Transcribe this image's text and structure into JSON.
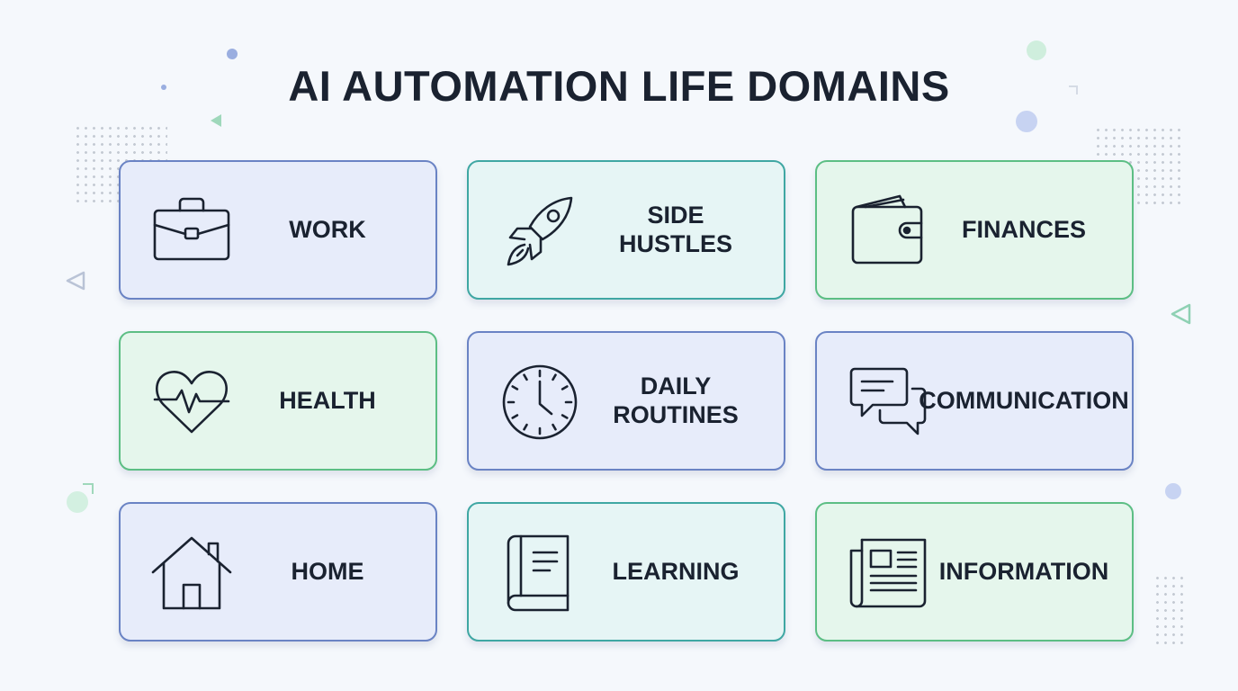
{
  "title": "AI AUTOMATION LIFE DOMAINS",
  "colors": {
    "background": "#f5f8fc",
    "blue_border": "#6a83c4",
    "teal_border": "#3fa7a3",
    "green_border": "#5cbe84",
    "text": "#1a2230"
  },
  "domains": [
    {
      "label": "WORK",
      "icon": "briefcase-icon",
      "color": "blue"
    },
    {
      "label": "SIDE\nHUSTLES",
      "icon": "rocket-icon",
      "color": "teal"
    },
    {
      "label": "FINANCES",
      "icon": "wallet-icon",
      "color": "green"
    },
    {
      "label": "HEALTH",
      "icon": "heart-pulse-icon",
      "color": "green"
    },
    {
      "label": "DAILY\nROUTINES",
      "icon": "clock-icon",
      "color": "blue"
    },
    {
      "label": "COMMUNICATION",
      "icon": "chat-bubbles-icon",
      "color": "blue"
    },
    {
      "label": "HOME",
      "icon": "house-icon",
      "color": "blue"
    },
    {
      "label": "LEARNING",
      "icon": "book-icon",
      "color": "teal"
    },
    {
      "label": "INFORMATION",
      "icon": "newspaper-icon",
      "color": "green"
    }
  ]
}
